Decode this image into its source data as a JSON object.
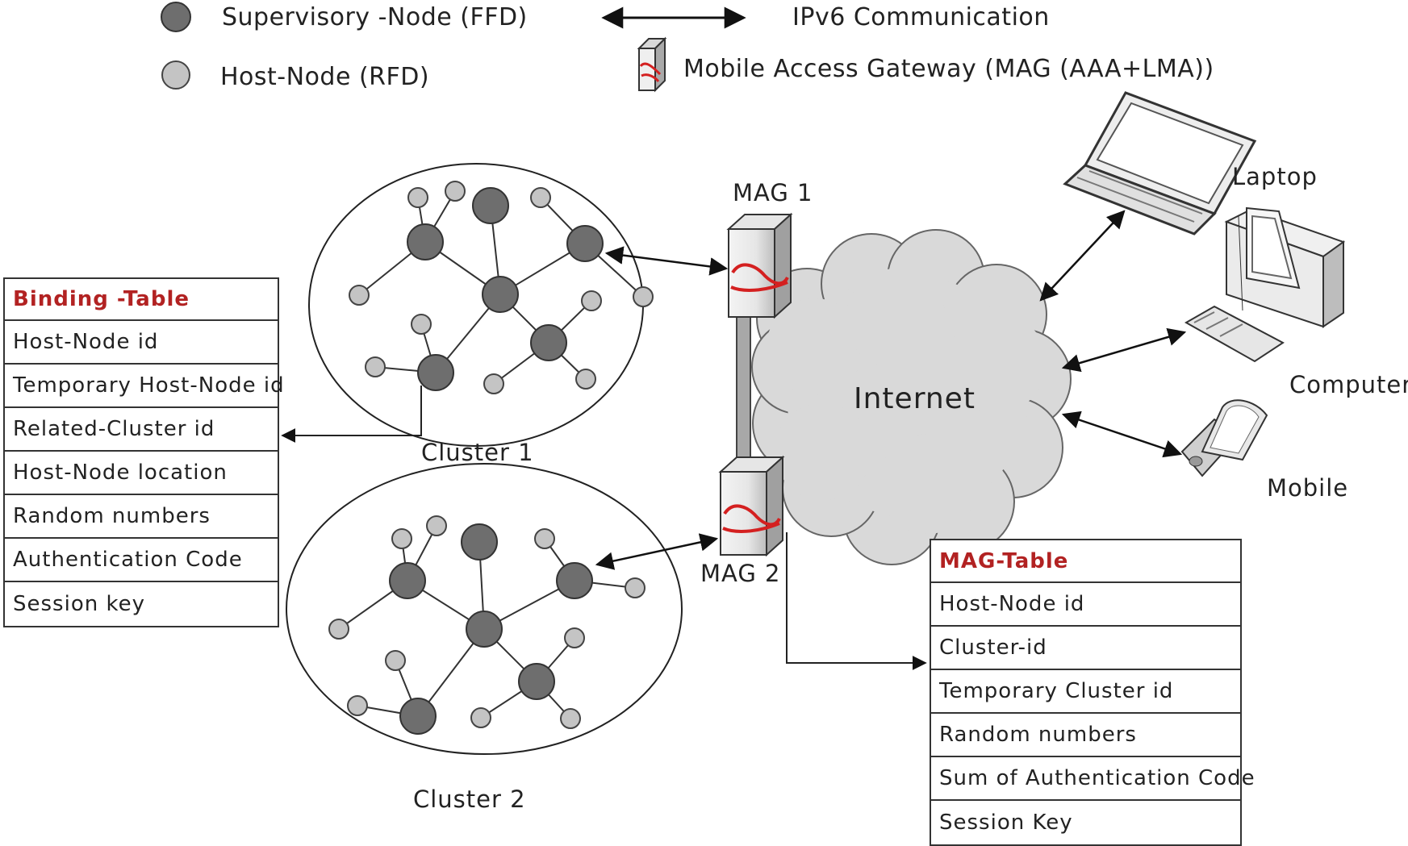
{
  "legend": {
    "supervisory_node": "Supervisory -Node (FFD)",
    "host_node": "Host-Node (RFD)",
    "ipv6": "IPv6 Communication",
    "mag": "Mobile Access Gateway (MAG (AAA+LMA))"
  },
  "labels": {
    "mag1": "MAG 1",
    "mag2": "MAG 2",
    "internet": "Internet",
    "cluster1": "Cluster 1",
    "cluster2": "Cluster 2",
    "laptop": "Laptop",
    "computer": "Computer",
    "mobile": "Mobile"
  },
  "binding_table": {
    "title": "Binding -Table",
    "rows": [
      "Host-Node id",
      "Temporary Host-Node id",
      "Related-Cluster id",
      "Host-Node location",
      "Random numbers",
      "Authentication Code",
      "Session key"
    ]
  },
  "mag_table": {
    "title": "MAG-Table",
    "rows": [
      "Host-Node  id",
      "Cluster-id",
      "Temporary Cluster id",
      "Random numbers",
      "Sum of Authentication Code",
      "Session Key"
    ]
  },
  "colors": {
    "supervisory_node": "#6e6e6e",
    "host_node": "#c4c4c4",
    "cloud": "#d9d9d9",
    "table_title": "#b22222",
    "mag_swirl": "#d42020"
  }
}
